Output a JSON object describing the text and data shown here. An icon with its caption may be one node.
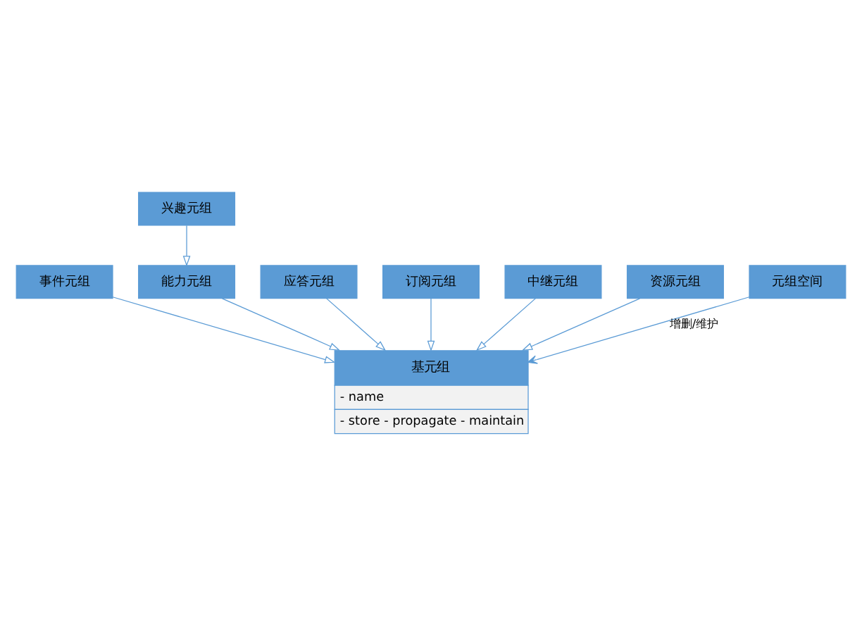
{
  "diagram": {
    "nodes": [
      {
        "text": [
          "基元组",
          "- name",
          "- store - propagate - maintain"
        ]
      },
      {
        "text": [
          "事件元组"
        ]
      },
      {
        "text": [
          "能力元组"
        ]
      },
      {
        "text": [
          "兴趣元组"
        ]
      },
      {
        "text": [
          "应答元组"
        ]
      },
      {
        "text": [
          "订阅元组"
        ]
      },
      {
        "text": [
          "中继元组"
        ]
      },
      {
        "text": [
          "资源元组"
        ]
      },
      {
        "text": [
          "元组空间"
        ]
      }
    ],
    "edges": [
      {
        "from": 1,
        "to": 0,
        "arrow": "to"
      },
      {
        "from": 2,
        "to": 0,
        "arrow": "to"
      },
      {
        "from": 3,
        "to": 2,
        "arrow": "to"
      },
      {
        "from": 4,
        "to": 0,
        "arrow": "to"
      },
      {
        "from": 5,
        "to": 0,
        "arrow": "to"
      },
      {
        "from": 6,
        "to": 0,
        "arrow": "to"
      },
      {
        "from": 7,
        "to": 0,
        "arrow": "to"
      },
      {
        "from": 8,
        "to": 0,
        "arrow": "to",
        "label": "增删/维护"
      }
    ]
  }
}
